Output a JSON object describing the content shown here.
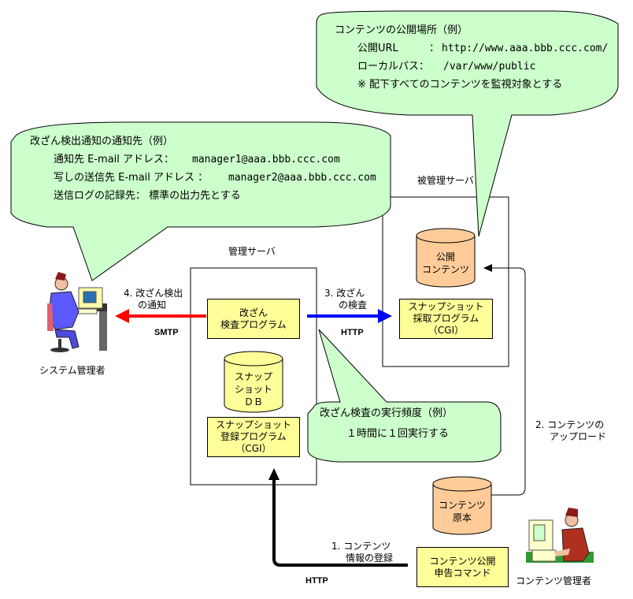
{
  "colors": {
    "bubble_fill": "#ccffcc",
    "program_box_fill": "#ffff99",
    "content_cylinder_fill": "#ffcc99",
    "snapshot_db_fill": "#ffff99",
    "smtp_arrow": "#ff0000",
    "http_check_arrow": "#0000ff",
    "register_arrow": "#000000"
  },
  "bubble_public_location": {
    "title": "コンテンツの公開場所（例）",
    "lines": [
      {
        "label": "公開URL",
        "sep": "：",
        "value": "http://www.aaa.bbb.ccc.com/"
      },
      {
        "label": "ローカルパス：",
        "value": "/var/www/public"
      },
      {
        "label": "※ 配下すべてのコンテンツを監視対象とする"
      }
    ]
  },
  "bubble_notification": {
    "title": "改ざん検出通知の通知先（例）",
    "lines": [
      {
        "label": "通知先 E-mail アドレス：",
        "value": "manager1@aaa.bbb.ccc.com"
      },
      {
        "label": "写しの送信先 E-mail アドレス ：",
        "value": "manager2@aaa.bbb.ccc.com"
      },
      {
        "label": "送信ログの記録先： 標準の出力先とする"
      }
    ]
  },
  "bubble_frequency": {
    "title": "改ざん検査の実行頻度（例）",
    "line": "１時間に１回実行する"
  },
  "managed_server": {
    "label": "被管理サーバ",
    "public_content": [
      "公開",
      "コンテンツ"
    ],
    "snapshot_cgi": [
      "スナップショット",
      "採取プログラム",
      "（CGI）"
    ]
  },
  "admin_server": {
    "label": "管理サーバ",
    "check_program": [
      "改ざん",
      "検査プログラム"
    ],
    "snapshot_db": [
      "スナップ",
      "ショット",
      "ＤＢ"
    ],
    "register_cgi": [
      "スナップショット",
      "登録プログラム",
      "（CGI）"
    ]
  },
  "system_admin": {
    "label": "システム管理者"
  },
  "content_admin": {
    "label": "コンテンツ管理者"
  },
  "content_original": [
    "コンテンツ",
    "原本"
  ],
  "publish_command": [
    "コンテンツ公開",
    "申告コマンド"
  ],
  "steps": {
    "step1": [
      "1. コンテンツ",
      "情報の登録"
    ],
    "step1_protocol": "HTTP",
    "step2": [
      "2. コンテンツの",
      "アップロード"
    ],
    "step3": [
      "3. 改ざん",
      "の検査"
    ],
    "step3_protocol": "HTTP",
    "step4": [
      "4. 改ざん検出",
      "の通知"
    ],
    "step4_protocol": "SMTP"
  }
}
